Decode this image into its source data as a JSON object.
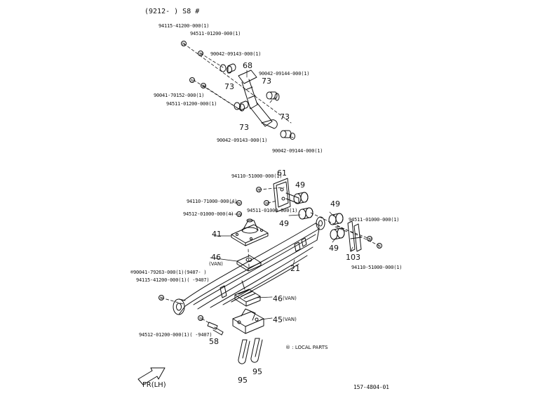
{
  "header": {
    "title": "(9212-      ) S8 #"
  },
  "footer": {
    "code": "157-4804-01",
    "direction": "FR(LH)"
  },
  "legend": {
    "mark": "®",
    "text": ": LOCAL PARTS"
  },
  "shock_absorber": {
    "part_numbers": [
      "94115-41200-000(1)",
      "94511-01200-000(1)",
      "90042-09143-000(1)",
      "90042-09144-000(1)",
      "90041-70152-000(1)",
      "94511-01200-000(1)",
      "90042-09143-000(1)",
      "90042-09144-000(1)"
    ],
    "refs": [
      "68",
      "73",
      "73",
      "73",
      "73"
    ]
  },
  "leaf_spring": {
    "part_numbers": [
      "94110-51000-000(1)",
      "94110-71000-000(4)",
      "94512-01000-000(4)",
      "94511-01000-000(1)",
      "94511-01000-000(1)",
      "94110-51000-000(1)",
      "®90041-79263-000(1)(9407-     )",
      "94115-41200-000(1)(         -9407)",
      "94512-01200-000(1)(         -9407)"
    ],
    "refs": [
      "61",
      "49",
      "49",
      "49",
      "49",
      "41",
      "46",
      "21",
      "103",
      "46",
      "45",
      "58",
      "95",
      "95"
    ],
    "notes": [
      "(VAN)",
      "(VAN)",
      "(VAN)"
    ]
  }
}
